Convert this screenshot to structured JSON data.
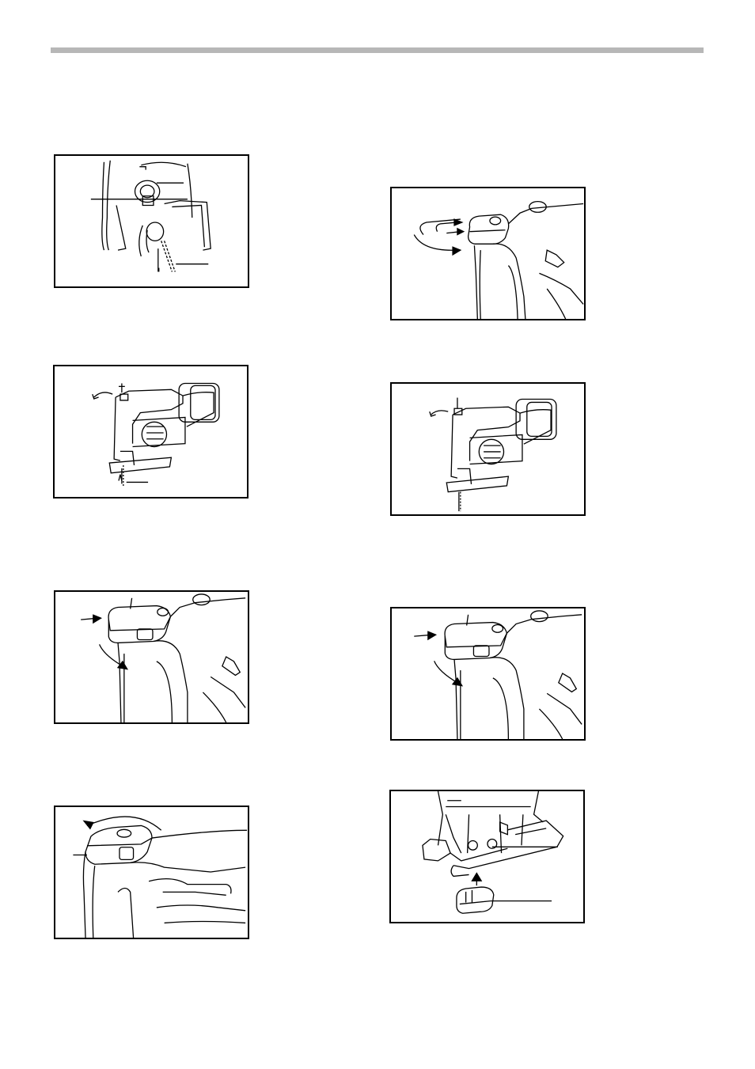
{
  "page": {
    "header_rule_color": "#b7b7b7",
    "figures": [
      {
        "id": "fig-1",
        "subject": "blade-clamp-closeup"
      },
      {
        "id": "fig-2",
        "subject": "jigsaw-blade-release"
      },
      {
        "id": "fig-3",
        "subject": "lever-push-down"
      },
      {
        "id": "fig-4",
        "subject": "lever-rotate-back"
      },
      {
        "id": "fig-5",
        "subject": "lever-swing"
      },
      {
        "id": "fig-6",
        "subject": "jigsaw-blade-installed"
      },
      {
        "id": "fig-7",
        "subject": "lever-push-down-return"
      },
      {
        "id": "fig-8",
        "subject": "base-cover-attach"
      }
    ]
  }
}
